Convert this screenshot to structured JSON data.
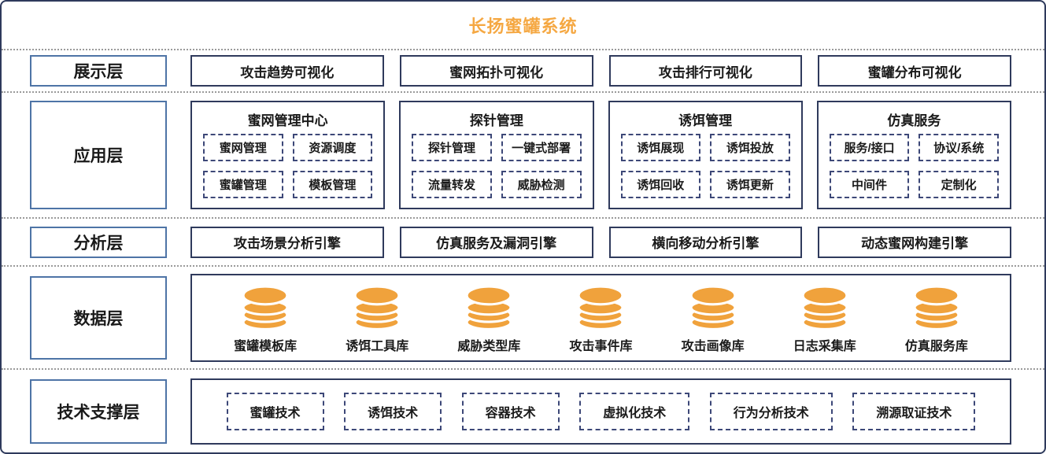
{
  "title": "长扬蜜罐系统",
  "colors": {
    "accent_orange": "#f5a843",
    "database_orange": "#f0a23c",
    "box_border_navy": "#2f3a5c",
    "layer_label_blue": "#4e74a6",
    "dashed_navy": "#3d4878"
  },
  "layers": {
    "display": {
      "label": "展示层",
      "items": [
        "攻击趋势可视化",
        "蜜网拓扑可视化",
        "攻击排行可视化",
        "蜜罐分布可视化"
      ]
    },
    "application": {
      "label": "应用层",
      "groups": [
        {
          "title": "蜜网管理中心",
          "items": [
            "蜜网管理",
            "资源调度",
            "蜜罐管理",
            "模板管理"
          ]
        },
        {
          "title": "探针管理",
          "items": [
            "探针管理",
            "一键式部署",
            "流量转发",
            "威胁检测"
          ]
        },
        {
          "title": "诱饵管理",
          "items": [
            "诱饵展现",
            "诱饵投放",
            "诱饵回收",
            "诱饵更新"
          ]
        },
        {
          "title": "仿真服务",
          "items": [
            "服务/接口",
            "协议/系统",
            "中间件",
            "定制化"
          ]
        }
      ]
    },
    "analysis": {
      "label": "分析层",
      "items": [
        "攻击场景分析引擎",
        "仿真服务及漏洞引擎",
        "横向移动分析引擎",
        "动态蜜网构建引擎"
      ]
    },
    "data": {
      "label": "数据层",
      "databases": [
        "蜜罐模板库",
        "诱饵工具库",
        "威胁类型库",
        "攻击事件库",
        "攻击画像库",
        "日志采集库",
        "仿真服务库"
      ]
    },
    "tech": {
      "label": "技术支撑层",
      "items": [
        "蜜罐技术",
        "诱饵技术",
        "容器技术",
        "虚拟化技术",
        "行为分析技术",
        "溯源取证技术"
      ]
    }
  }
}
